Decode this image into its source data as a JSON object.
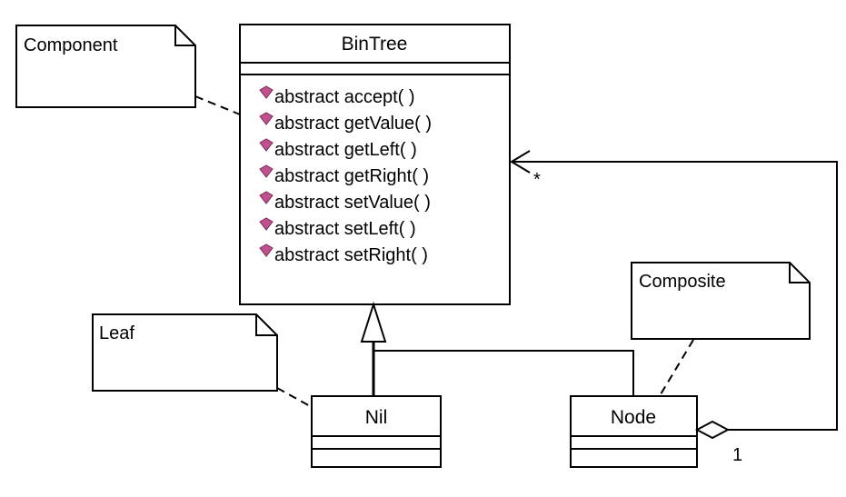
{
  "diagram": {
    "classes": {
      "bintree": {
        "name": "BinTree",
        "operations": [
          "abstract accept( )",
          "abstract getValue( )",
          "abstract getLeft( )",
          "abstract getRight( )",
          "abstract setValue( )",
          "abstract setLeft( )",
          "abstract setRight( )"
        ]
      },
      "nil": {
        "name": "Nil"
      },
      "node": {
        "name": "Node"
      }
    },
    "notes": {
      "component": "Component",
      "leaf": "Leaf",
      "composite": "Composite"
    },
    "multiplicities": {
      "many": "*",
      "one": "1"
    },
    "colors": {
      "operation_icon": "#c0508f",
      "line": "#000000",
      "background": "#ffffff"
    }
  }
}
